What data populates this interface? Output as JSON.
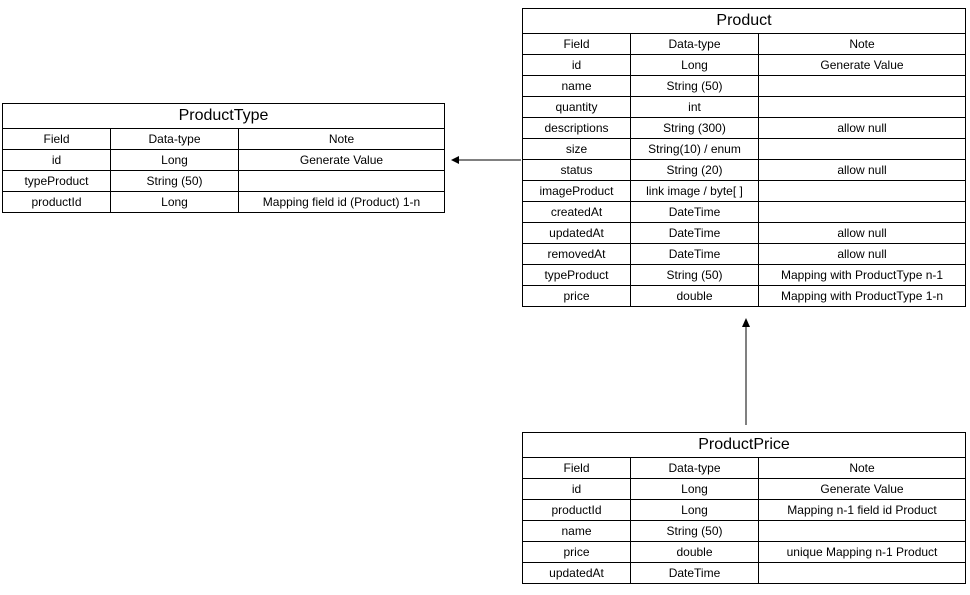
{
  "entities": {
    "product_type": {
      "name": "ProductType",
      "headers": [
        "Field",
        "Data-type",
        "Note"
      ],
      "rows": [
        [
          "id",
          "Long",
          "Generate Value"
        ],
        [
          "typeProduct",
          "String (50)",
          ""
        ],
        [
          "productId",
          "Long",
          "Mapping field id (Product) 1-n"
        ]
      ]
    },
    "product": {
      "name": "Product",
      "headers": [
        "Field",
        "Data-type",
        "Note"
      ],
      "rows": [
        [
          "id",
          "Long",
          "Generate Value"
        ],
        [
          "name",
          "String (50)",
          ""
        ],
        [
          "quantity",
          "int",
          ""
        ],
        [
          "descriptions",
          "String (300)",
          "allow null"
        ],
        [
          "size",
          "String(10) / enum",
          ""
        ],
        [
          "status",
          "String (20)",
          "allow null"
        ],
        [
          "imageProduct",
          "link image / byte[ ]",
          ""
        ],
        [
          "createdAt",
          "DateTime",
          ""
        ],
        [
          "updatedAt",
          "DateTime",
          "allow null"
        ],
        [
          "removedAt",
          "DateTime",
          "allow null"
        ],
        [
          "typeProduct",
          "String (50)",
          "Mapping with ProductType n-1"
        ],
        [
          "price",
          "double",
          "Mapping with ProductType 1-n"
        ]
      ]
    },
    "product_price": {
      "name": "ProductPrice",
      "headers": [
        "Field",
        "Data-type",
        "Note"
      ],
      "rows": [
        [
          "id",
          "Long",
          "Generate Value"
        ],
        [
          "productId",
          "Long",
          "Mapping n-1 field id Product"
        ],
        [
          "name",
          "String (50)",
          ""
        ],
        [
          "price",
          "double",
          "unique Mapping n-1 Product"
        ],
        [
          "updatedAt",
          "DateTime",
          ""
        ]
      ]
    }
  },
  "connectors": [
    {
      "from": "product",
      "to": "product_type"
    },
    {
      "from": "product_price",
      "to": "product"
    }
  ]
}
